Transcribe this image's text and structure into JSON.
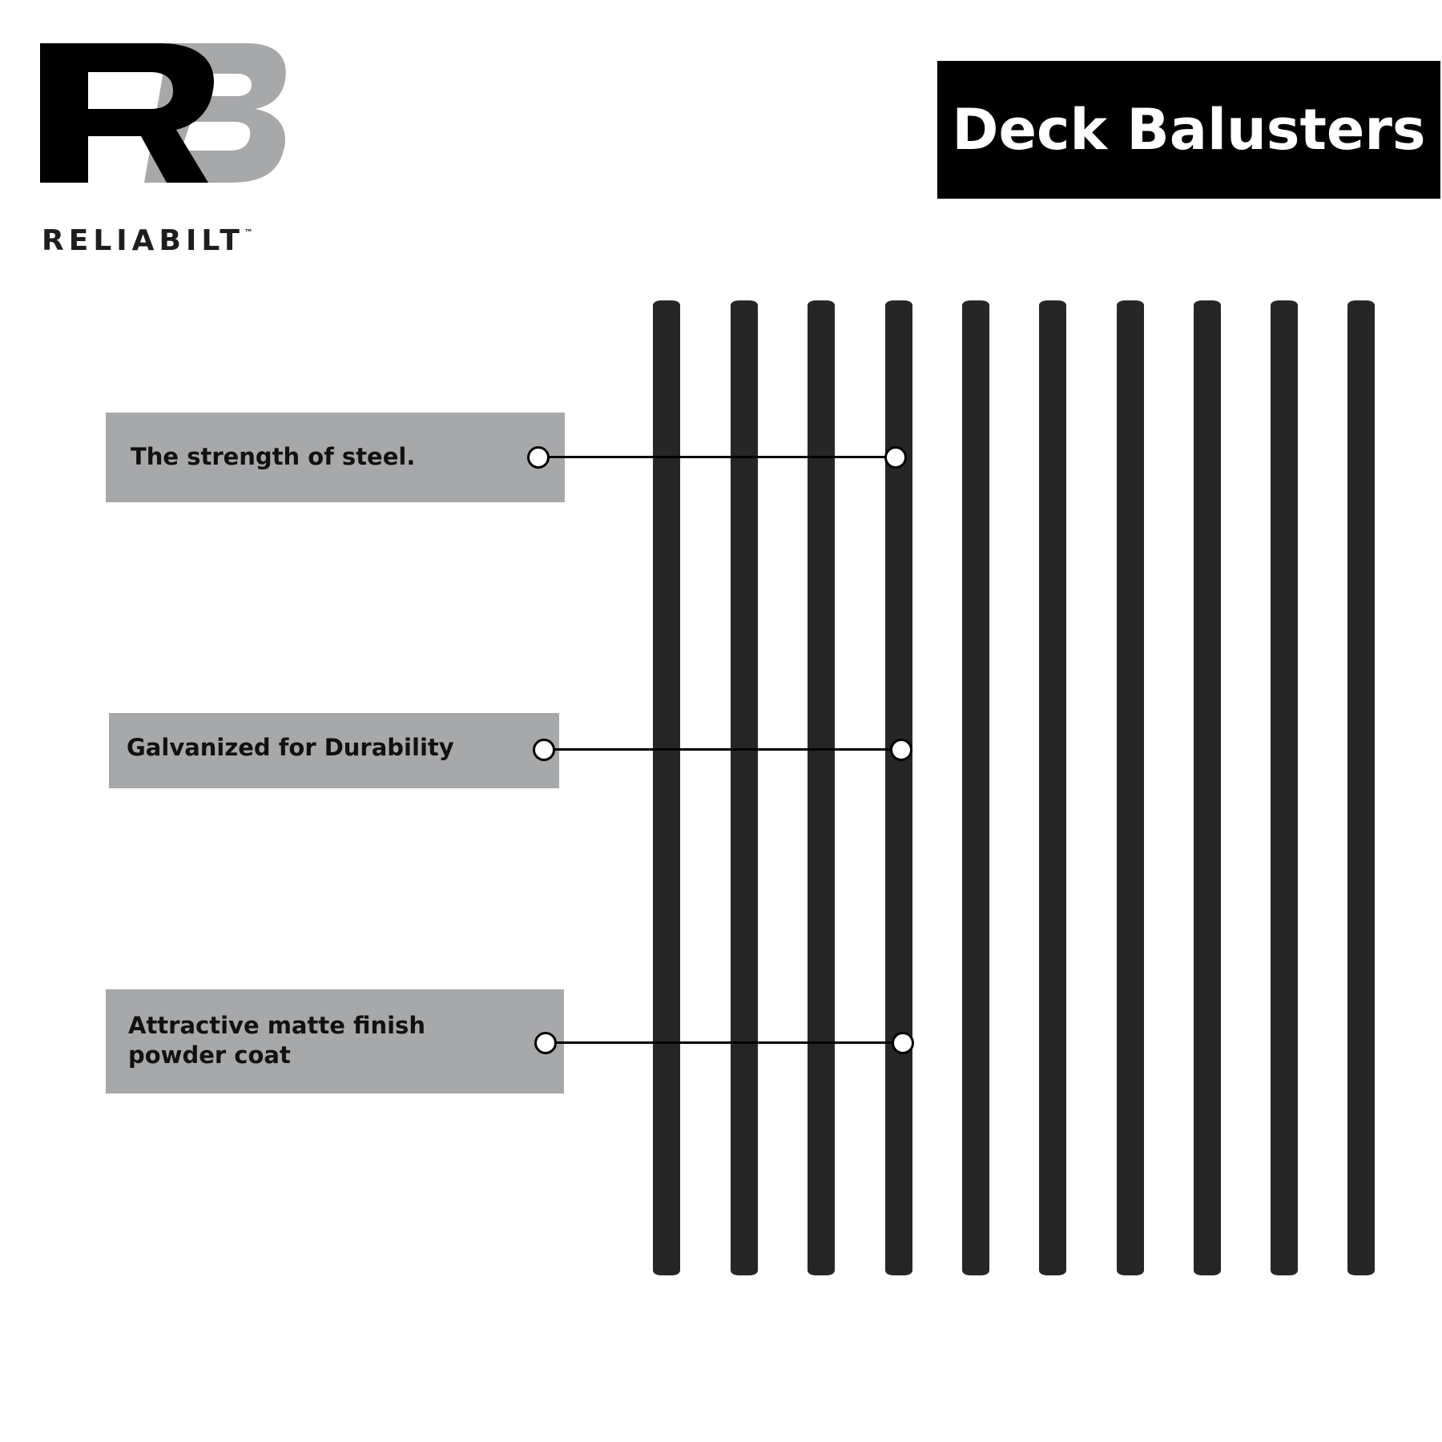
{
  "brand": {
    "monogram": "RB",
    "wordmark": "RELIABILT",
    "trademark": "™",
    "colors": {
      "dark": "#000000",
      "gray": "#a7a8aa"
    }
  },
  "title": "Deck Balusters",
  "features": [
    {
      "label": "The strength of steel."
    },
    {
      "label": "Galvanized for Durability"
    },
    {
      "label_line1": "Attractive matte finish",
      "label_line2": "powder coat"
    }
  ],
  "colors": {
    "baluster": "#262626",
    "callout_bg": "#a7a8aa",
    "title_bg": "#000000"
  }
}
